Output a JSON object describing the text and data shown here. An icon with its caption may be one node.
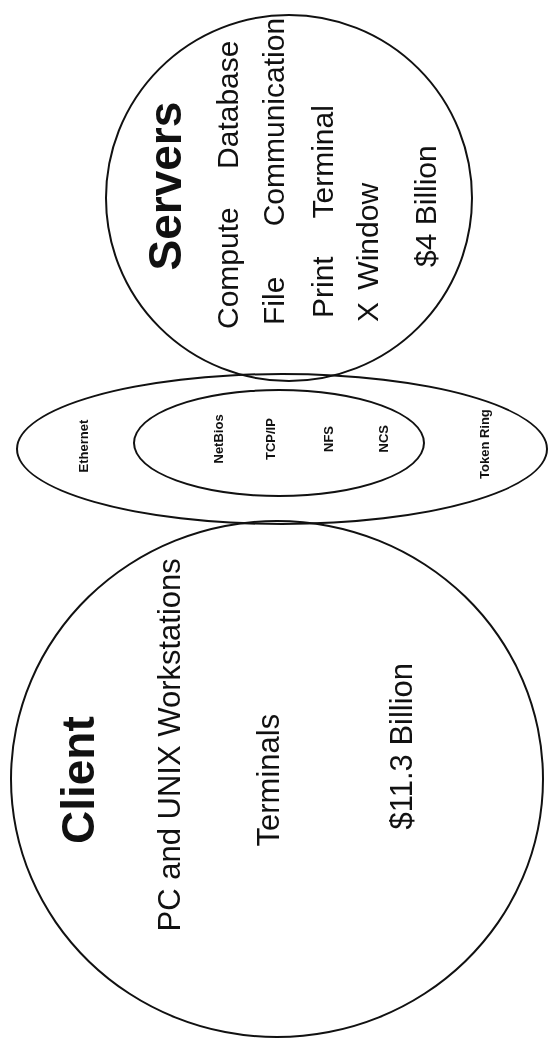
{
  "diagram": {
    "nodes": [
      {
        "text": [
          "Client",
          "PC and UNIX Workstations",
          "Terminals",
          "$11.3 Billion"
        ]
      },
      {
        "text": [
          "Ethernet",
          "Token Ring"
        ]
      },
      {
        "text": [
          "NetBios",
          "TCP/IP",
          "NFS",
          "NCS"
        ],
        "in": 1
      },
      {
        "text": [
          "Servers",
          "Compute Database",
          "File Communication",
          "Print Terminal",
          "X Window",
          "$4 Billion"
        ]
      }
    ]
  }
}
